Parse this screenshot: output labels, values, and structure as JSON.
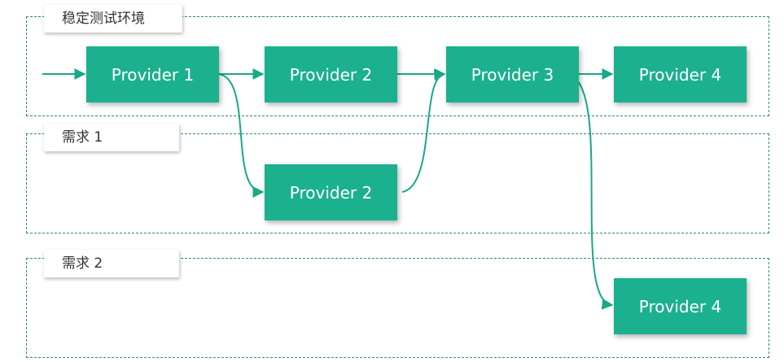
{
  "lanes": [
    {
      "id": "stable",
      "label": "稳定测试环境"
    },
    {
      "id": "req1",
      "label": "需求 1"
    },
    {
      "id": "req2",
      "label": "需求 2"
    }
  ],
  "nodes": [
    {
      "id": "p1",
      "label": "Provider 1",
      "lane": "stable"
    },
    {
      "id": "p2",
      "label": "Provider 2",
      "lane": "stable"
    },
    {
      "id": "p3",
      "label": "Provider 3",
      "lane": "stable"
    },
    {
      "id": "p4",
      "label": "Provider 4",
      "lane": "stable"
    },
    {
      "id": "p2b",
      "label": "Provider 2",
      "lane": "req1"
    },
    {
      "id": "p4b",
      "label": "Provider 4",
      "lane": "req2"
    }
  ],
  "edges": [
    {
      "from": "entry",
      "to": "p1"
    },
    {
      "from": "p1",
      "to": "p2"
    },
    {
      "from": "p2",
      "to": "p3"
    },
    {
      "from": "p3",
      "to": "p4"
    },
    {
      "from": "p1",
      "to": "p2b"
    },
    {
      "from": "p2b",
      "to": "p3"
    },
    {
      "from": "p3",
      "to": "p4b"
    }
  ],
  "colors": {
    "node_fill": "#1bb08e",
    "node_text": "#ffffff",
    "edge": "#1aa888",
    "lane_border": "#2e8a78"
  }
}
